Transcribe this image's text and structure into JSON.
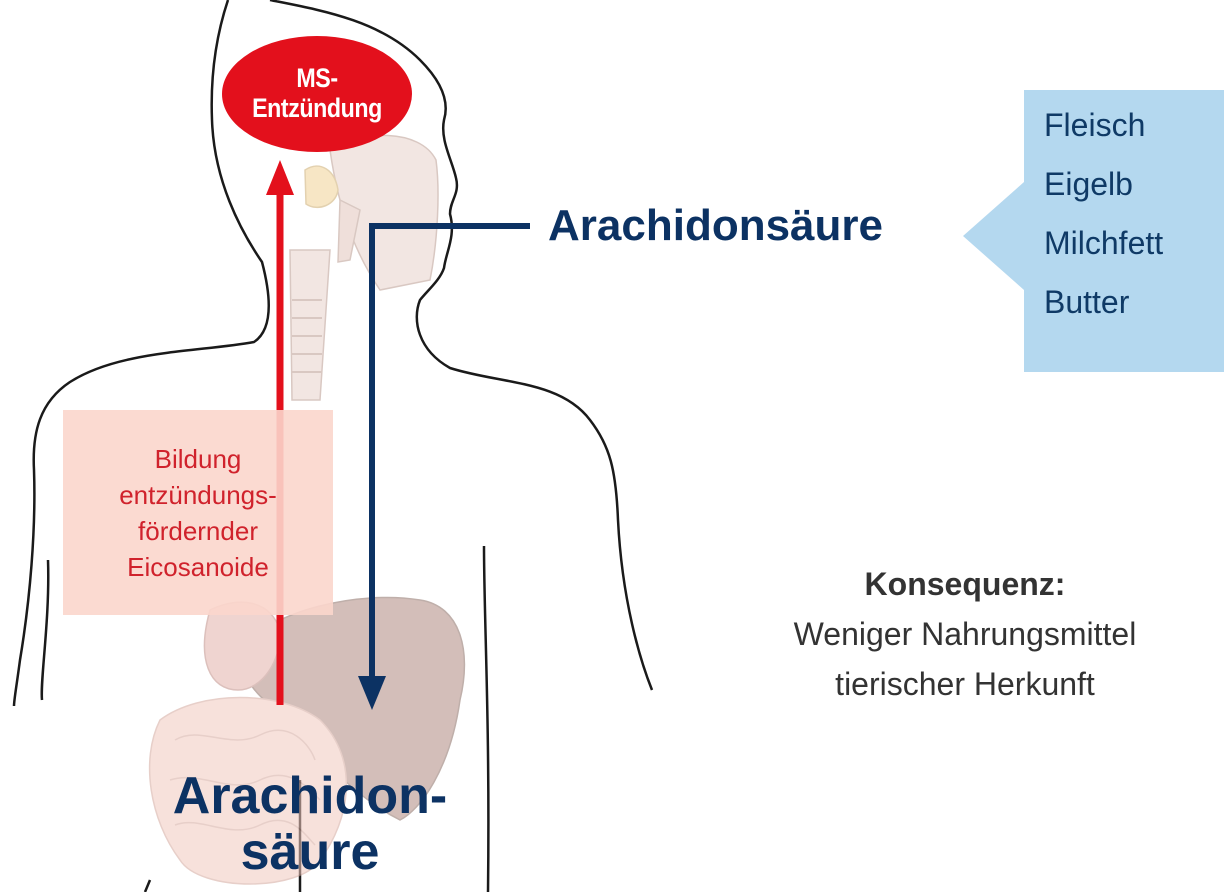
{
  "inflammation_badge": {
    "line1": "MS-",
    "line2": "Entzündung"
  },
  "top_label": "Arachidonsäure",
  "food_sources": [
    "Fleisch",
    "Eigelb",
    "Milchfett",
    "Butter"
  ],
  "process_box": {
    "lines": [
      "Bildung",
      "entzündungs-",
      "fördernder",
      "Eicosanoide"
    ]
  },
  "bottom_label": {
    "line1": "Arachidon-",
    "line2": "säure"
  },
  "conclusion": {
    "title": "Konsequenz:",
    "line1": "Weniger Nahrungsmittel",
    "line2": "tierischer Herkunft"
  },
  "colors": {
    "red": "#e3101c",
    "navy": "#0c3263",
    "light_blue": "#b4d8ef",
    "salmon": "#fbd6cc",
    "organ": "#c3a69b"
  }
}
